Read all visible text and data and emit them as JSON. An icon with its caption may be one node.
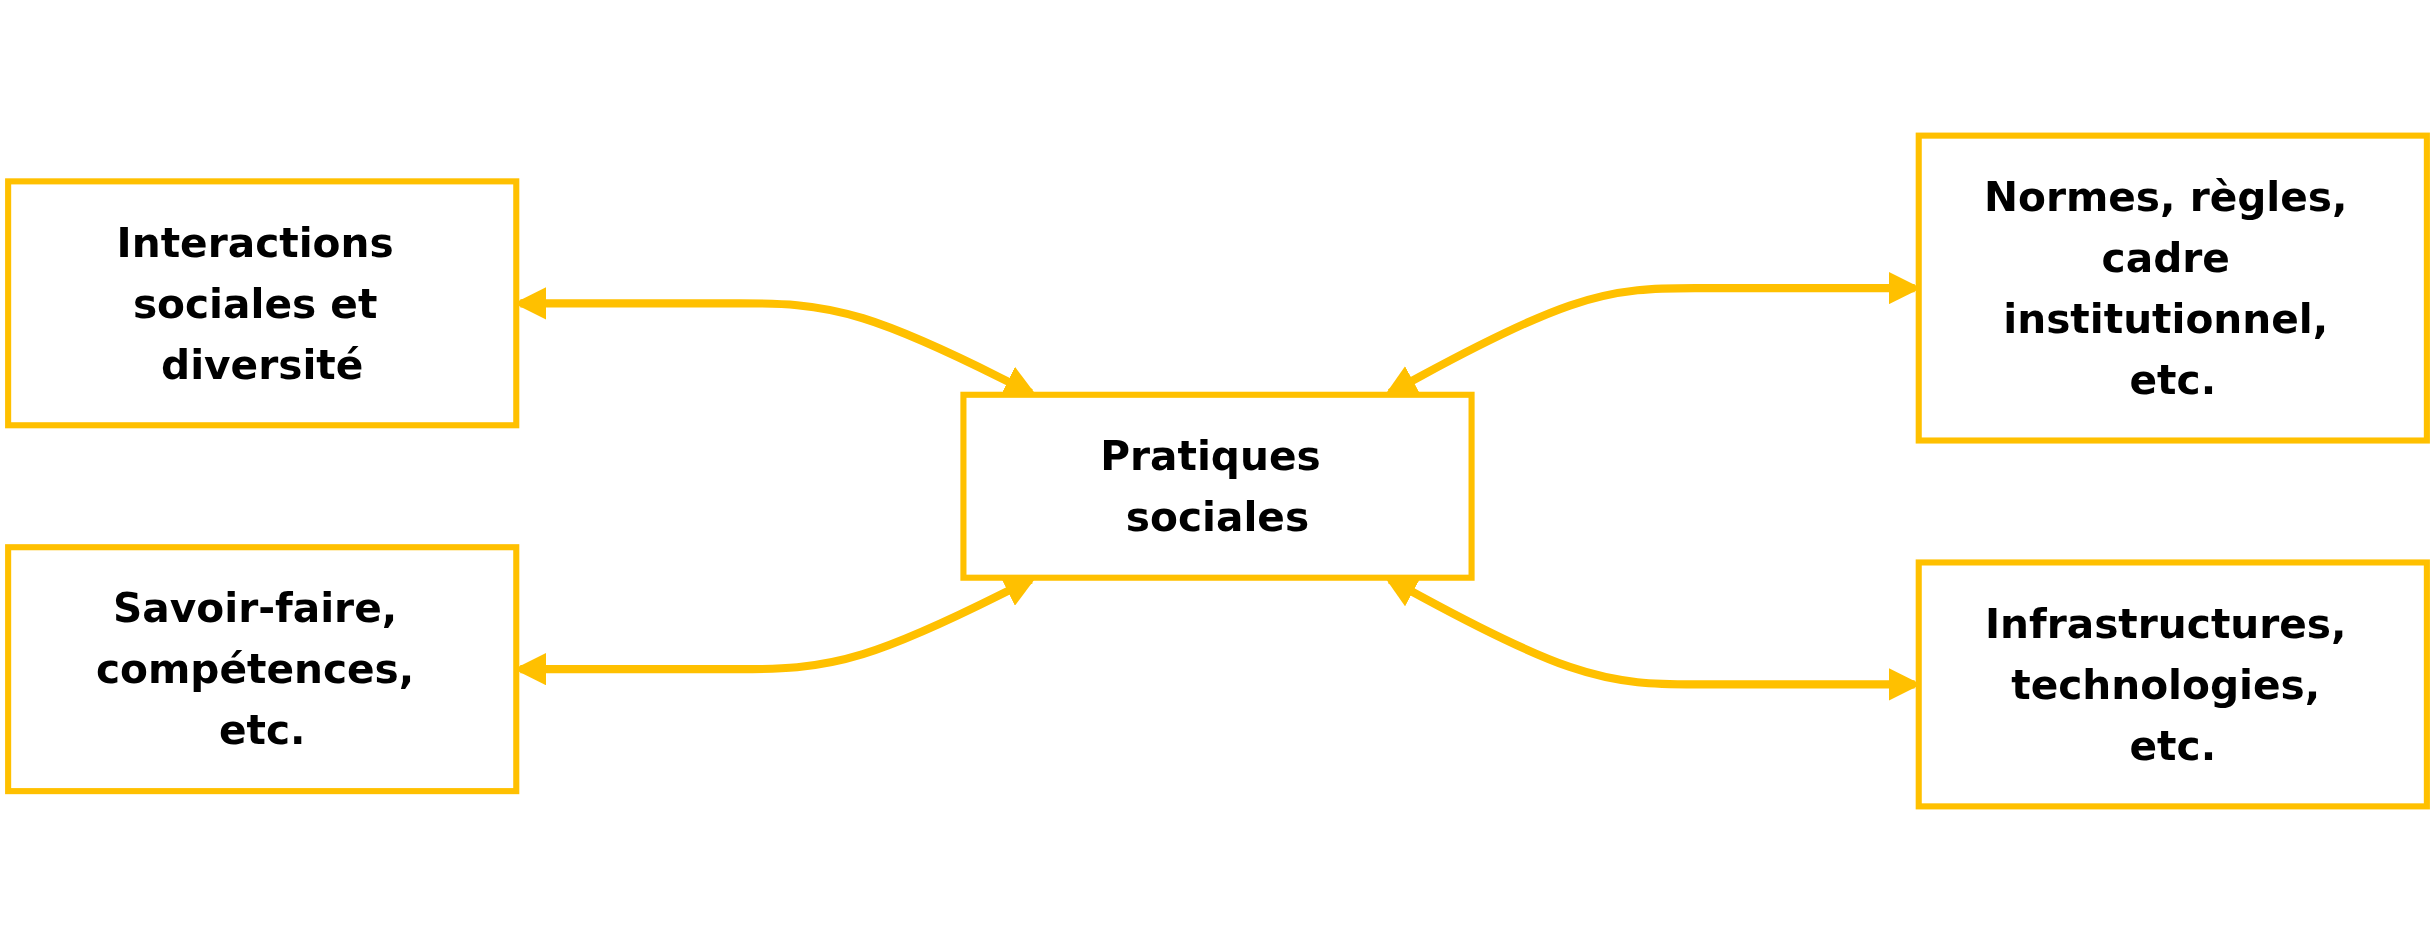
{
  "diagram": {
    "nodes": [
      {
        "text": [
          "Interactions sociales et diversité"
        ]
      },
      {
        "text": [
          "Normes, règles, cadre institutionnel, etc."
        ]
      },
      {
        "text": [
          "Pratiques sociales"
        ]
      },
      {
        "text": [
          "Savoir-faire, compétences, etc."
        ]
      },
      {
        "text": [
          "Infrastructures, technologies, etc."
        ]
      }
    ],
    "edges": [
      {
        "from": 0,
        "to": 2,
        "arrow": "both"
      },
      {
        "from": 2,
        "to": 1,
        "arrow": "both"
      },
      {
        "from": 3,
        "to": 2,
        "arrow": "both"
      },
      {
        "from": 2,
        "to": 4,
        "arrow": "both"
      }
    ]
  }
}
